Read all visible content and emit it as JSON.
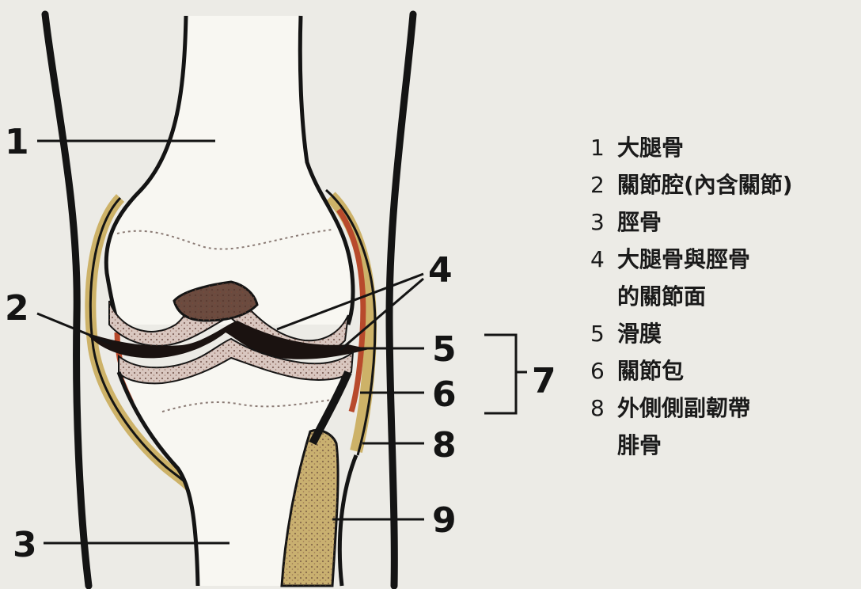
{
  "diagram": {
    "callout_numbers": [
      "1",
      "2",
      "3",
      "4",
      "5",
      "6",
      "7",
      "8",
      "9"
    ],
    "legend": [
      {
        "num": "1",
        "text": "大腿骨"
      },
      {
        "num": "2",
        "text": "關節腔(內含關節)"
      },
      {
        "num": "3",
        "text": "脛骨"
      },
      {
        "num": "4",
        "text": "大腿骨與脛骨",
        "continuation": "的關節面"
      },
      {
        "num": "5",
        "text": "滑膜"
      },
      {
        "num": "6",
        "text": "關節包"
      },
      {
        "num": "8",
        "text": "外側側副韌帶"
      },
      {
        "num": "",
        "text": "腓骨"
      }
    ]
  },
  "colors": {
    "background": "#ecebe6",
    "ink": "#141414",
    "bone_fill": "#f8f7f2",
    "cartilage": "#d9c7c0",
    "synovial_red": "#b84a2c",
    "ligament_yellow": "#d9b95a"
  }
}
